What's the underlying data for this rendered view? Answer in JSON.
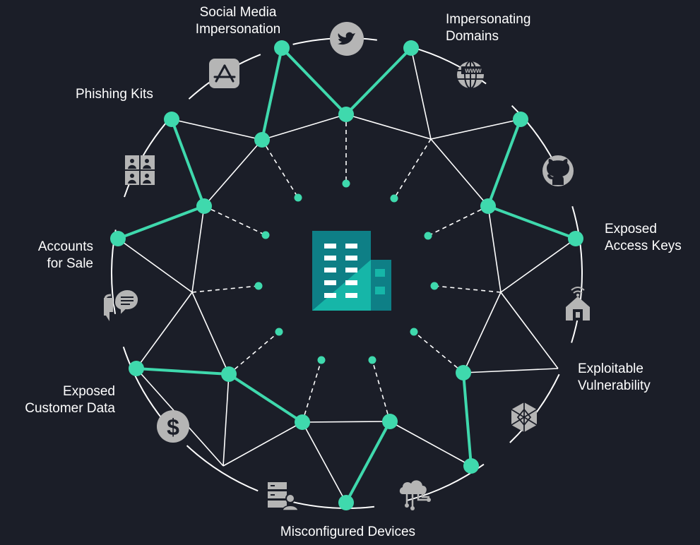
{
  "labels": {
    "social_media": [
      "Social Media",
      "Impersonation"
    ],
    "impersonating_domains": [
      "Impersonating",
      "Domains"
    ],
    "phishing_kits": [
      "Phishing Kits"
    ],
    "exposed_access_keys": [
      "Exposed",
      "Access Keys"
    ],
    "accounts_for_sale": [
      "Accounts",
      "for Sale"
    ],
    "exploitable_vulnerability": [
      "Exploitable",
      "Vulnerability"
    ],
    "exposed_customer_data": [
      "Exposed",
      "Customer Data"
    ],
    "misconfigured_devices": [
      "Misconfigured Devices"
    ]
  },
  "icons": [
    "twitter-icon",
    "www-globe-icon",
    "github-icon",
    "smart-home-icon",
    "network-mesh-icon",
    "cloud-circuit-icon",
    "server-user-icon",
    "dollar-icon",
    "chat-bubble-icon",
    "people-grid-icon",
    "app-store-icon",
    "building-icon"
  ],
  "colors": {
    "background": "#1b1e28",
    "accent": "#3fd9ad",
    "line": "#ffffff",
    "icon": "#b5b5b5",
    "building_dark": "#0e7f86",
    "building_light": "#16b6a8"
  }
}
